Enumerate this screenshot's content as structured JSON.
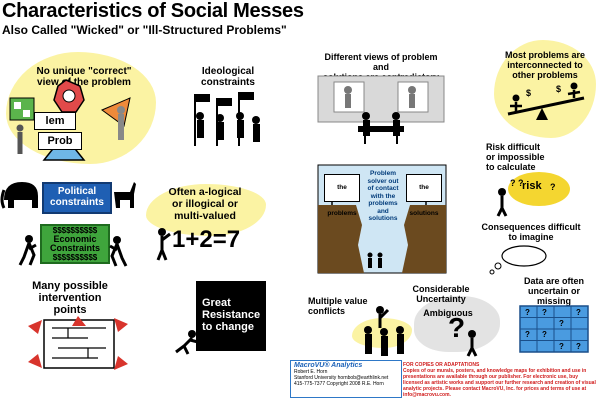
{
  "header": {
    "title": "Characteristics of Social Messes",
    "subtitle": "Also Called \"Wicked\" or \"Ill-Structured Problems\""
  },
  "panels": {
    "no_unique": {
      "label_line1": "No unique \"correct\"",
      "label_line2": "view of the problem",
      "tile_top": "lem",
      "tile_bottom": "Prob"
    },
    "ideological": {
      "label_line1": "Ideological",
      "label_line2": "constraints"
    },
    "political": {
      "label_line1": "Political",
      "label_line2": "constraints"
    },
    "economic": {
      "dollars": "$$$$$$$$$$",
      "label_line1": "Economic",
      "label_line2": "Constraints"
    },
    "alogical": {
      "label_line1": "Often a-logical",
      "label_line2": "or illogical or",
      "label_line3": "multi-valued",
      "equation": "1+2=7"
    },
    "intervention": {
      "label_line1": "Many possible",
      "label_line2": "intervention",
      "label_line3": "points"
    },
    "great_resistance": {
      "label_line1": "Great",
      "label_line2": "Resistance",
      "label_line3": "to change"
    },
    "different_views": {
      "label_line1": "Different views of problem and",
      "label_line2": "solutions are contradictory"
    },
    "interconnected": {
      "label_line1": "Most problems are",
      "label_line2": "interconnected to",
      "label_line3": "other problems"
    },
    "chasm": {
      "left_sign": "the problems",
      "right_sign": "the solutions",
      "middle_line1": "Problem",
      "middle_line2": "solver out",
      "middle_line3": "of contact",
      "middle_line4": "with the",
      "middle_line5": "problems",
      "middle_line6": "and",
      "middle_line7": "solutions"
    },
    "risk": {
      "label_line1": "Risk difficult",
      "label_line2": "or impossible",
      "label_line3": "to calculate",
      "bubble": "risk"
    },
    "consequences": {
      "label_line1": "Consequences difficult",
      "label_line2": "to imagine"
    },
    "multi_value": {
      "label_line1": "Multiple value",
      "label_line2": "conflicts"
    },
    "uncertainty": {
      "label_line1": "Considerable",
      "label_line2": "Uncertainty",
      "label_line3": "Ambiguous"
    },
    "data_uncertain": {
      "label_line1": "Data are often",
      "label_line2": "uncertain or",
      "label_line3": "missing"
    }
  },
  "footer": {
    "brand": "MacroVU® Analytics",
    "line1": "Robert E. Horn",
    "line2": "Stanford University    hornbob@earthlink.net",
    "line3": "415-775-7377     Copyright 2008 R.E. Horn",
    "copies_header": "FOR COPIES OR ADAPTATIONS",
    "copies_body": "Copies of our murals, posters, and knowledge maps for exhibition and use in presentations are available through our publisher. For electronic use, buy licensed as artistic works and support our further research and creation of visual analytic projects. Please contact MacroVU, Inc. for prices and terms of use at info@macrovu.com."
  },
  "colors": {
    "highlight": "#fbf3a3",
    "political_blue": "#1f5fb3",
    "economic_green": "#3fa53c",
    "chasm_brown": "#6b4a1f",
    "sky": "#cfe6f4",
    "question_mark": "#f3d21a",
    "grid_blue": "#4a9be0"
  }
}
